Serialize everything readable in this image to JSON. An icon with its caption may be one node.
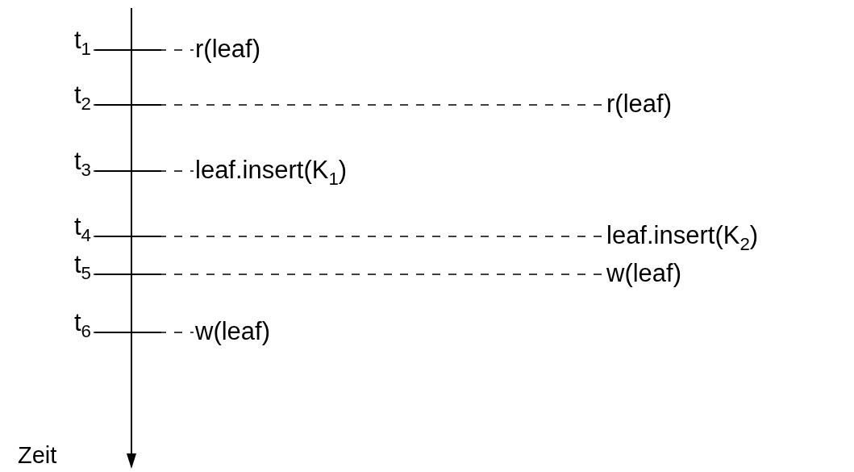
{
  "diagram": {
    "nodes": [
      {
        "text": [
          "t$_{1}$"
        ]
      },
      {
        "text": [
          "r(leaf)"
        ]
      },
      {
        "text": [
          "t$_{2}$"
        ]
      },
      {
        "text": [
          "r(leaf)"
        ]
      },
      {
        "text": [
          "t$_{3}$"
        ]
      },
      {
        "text": [
          "leaf.insert(K$_{1}$)"
        ]
      },
      {
        "text": [
          "t$_{4}$"
        ]
      },
      {
        "text": [
          "leaf.insert(K$_{2}$)"
        ]
      },
      {
        "text": [
          "t$_{5}$"
        ]
      },
      {
        "text": [
          "w(leaf)"
        ]
      },
      {
        "text": [
          "t$_{6}$"
        ]
      },
      {
        "text": [
          "w(leaf)"
        ]
      }
    ],
    "edges": [
      {
        "from": 0,
        "to": 1,
        "arrow": "none",
        "style": "dashed"
      },
      {
        "from": 2,
        "to": 3,
        "arrow": "none",
        "style": "dashed"
      },
      {
        "from": 4,
        "to": 5,
        "arrow": "none",
        "style": "dashed"
      },
      {
        "from": 6,
        "to": 7,
        "arrow": "none",
        "style": "dashed"
      },
      {
        "from": 8,
        "to": 9,
        "arrow": "none",
        "style": "dashed"
      },
      {
        "from": 10,
        "to": 11,
        "arrow": "none",
        "style": "dashed"
      }
    ],
    "labels": [
      "Zeit"
    ]
  }
}
